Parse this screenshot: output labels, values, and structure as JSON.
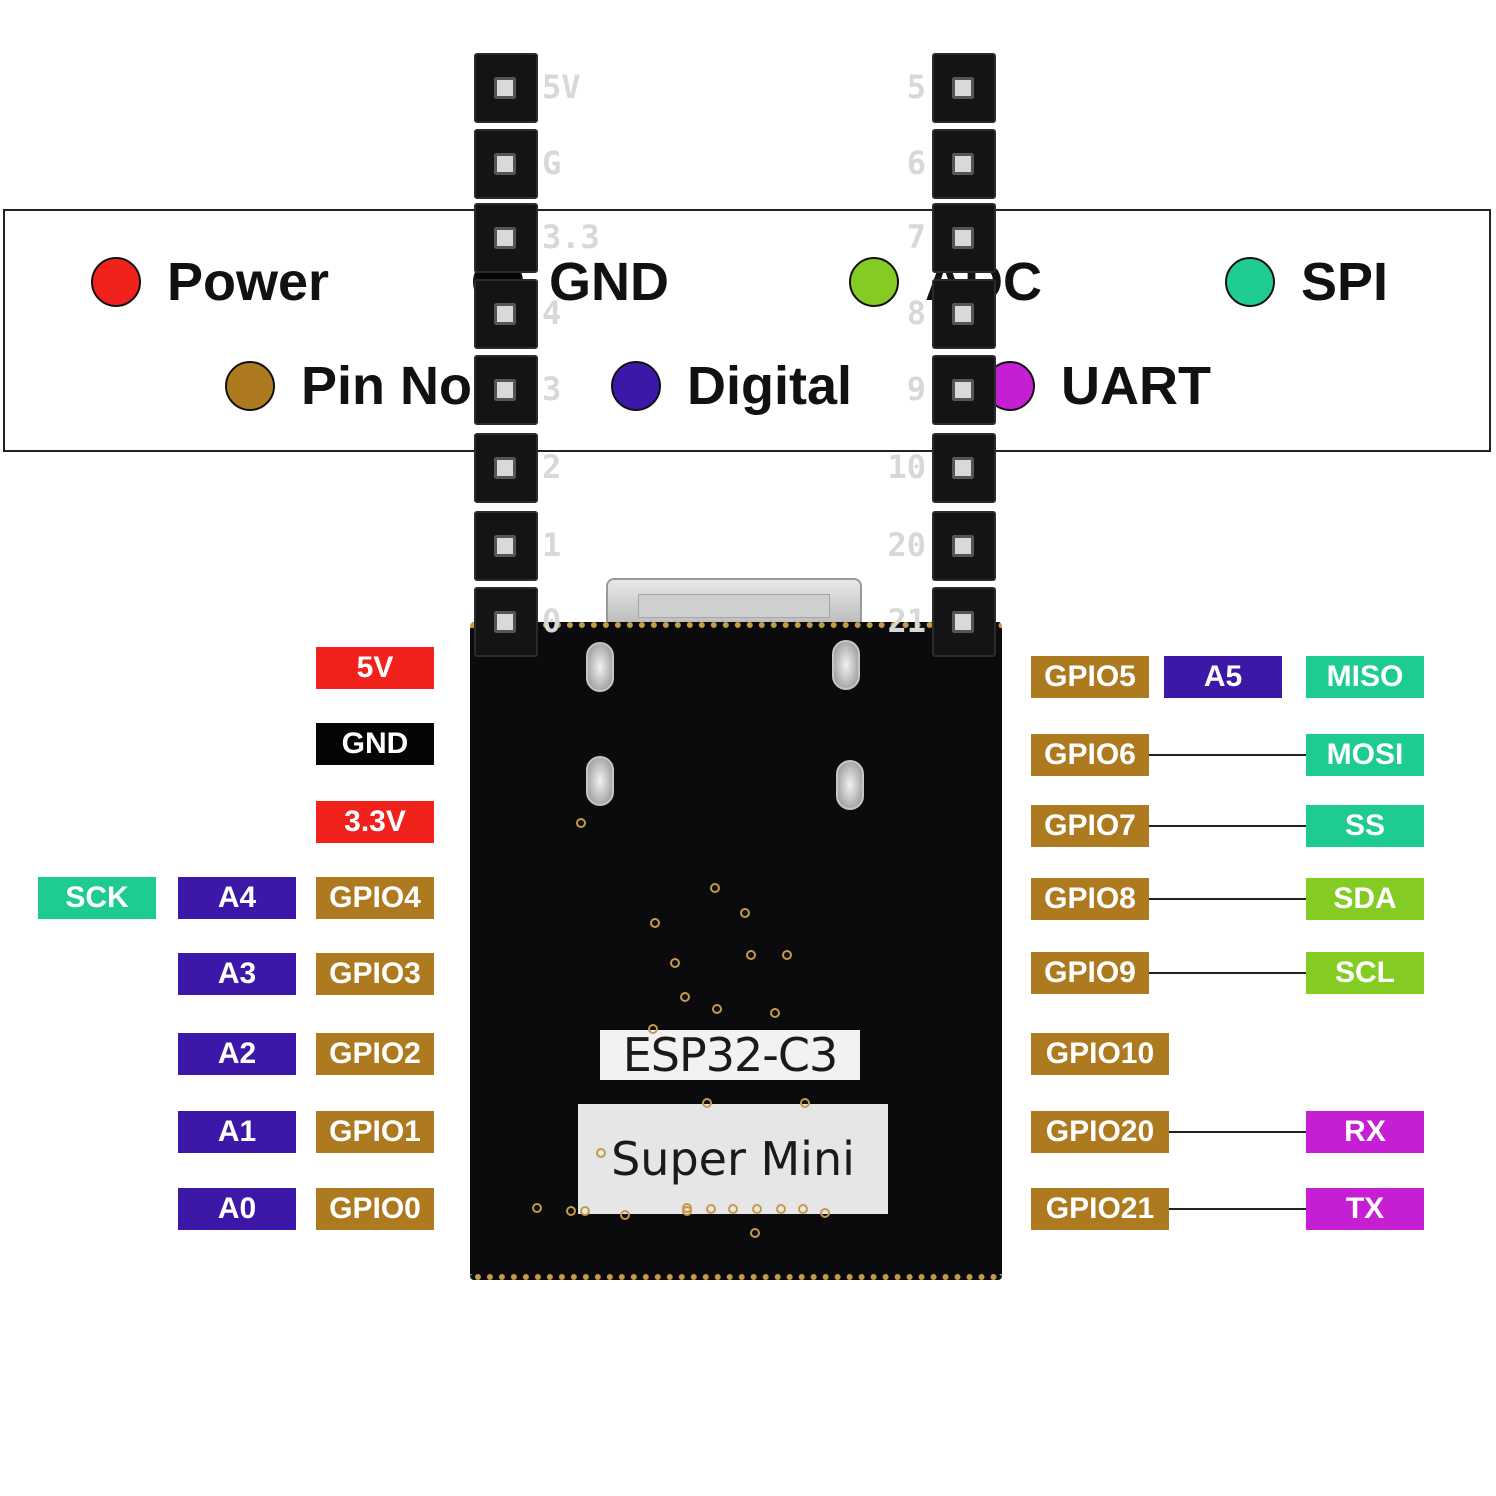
{
  "colors": {
    "power": "#f0221b",
    "gnd": "#050505",
    "adc": "#84cc24",
    "spi": "#1fcc8f",
    "pin": "#ad7a1f",
    "digital": "#3d18a8",
    "uart": "#c61fd3"
  },
  "legend": [
    {
      "label": "Power",
      "color": "#f0221b"
    },
    {
      "label": "GND",
      "color": "#050505"
    },
    {
      "label": "ADC",
      "color": "#84cc24"
    },
    {
      "label": "SPI",
      "color": "#1fcc8f"
    },
    {
      "label": "Pin No",
      "color": "#ad7a1f"
    },
    {
      "label": "Digital",
      "color": "#3d18a8"
    },
    {
      "label": "UART",
      "color": "#c61fd3"
    }
  ],
  "board": {
    "chip": "ESP32-C3",
    "model": "Super Mini",
    "left_silk": [
      "5V",
      "G",
      "3.3",
      "4",
      "3",
      "2",
      "1",
      "0"
    ],
    "right_silk": [
      "5",
      "6",
      "7",
      "8",
      "9",
      "10",
      "20",
      "21"
    ]
  },
  "left_pins": [
    {
      "pin": "5V",
      "pin_type": "power"
    },
    {
      "pin": "GND",
      "pin_type": "gnd"
    },
    {
      "pin": "3.3V",
      "pin_type": "power"
    },
    {
      "pin": "GPIO4",
      "pin_type": "pin",
      "analog": "A4",
      "func": "SCK",
      "func_type": "spi"
    },
    {
      "pin": "GPIO3",
      "pin_type": "pin",
      "analog": "A3"
    },
    {
      "pin": "GPIO2",
      "pin_type": "pin",
      "analog": "A2"
    },
    {
      "pin": "GPIO1",
      "pin_type": "pin",
      "analog": "A1"
    },
    {
      "pin": "GPIO0",
      "pin_type": "pin",
      "analog": "A0"
    }
  ],
  "right_pins": [
    {
      "pin": "GPIO5",
      "analog": "A5",
      "func": "MISO",
      "func_type": "spi"
    },
    {
      "pin": "GPIO6",
      "func": "MOSI",
      "func_type": "spi"
    },
    {
      "pin": "GPIO7",
      "func": "SS",
      "func_type": "spi"
    },
    {
      "pin": "GPIO8",
      "func": "SDA",
      "func_type": "adc"
    },
    {
      "pin": "GPIO9",
      "func": "SCL",
      "func_type": "adc"
    },
    {
      "pin": "GPIO10"
    },
    {
      "pin": "GPIO20",
      "func": "RX",
      "func_type": "uart"
    },
    {
      "pin": "GPIO21",
      "func": "TX",
      "func_type": "uart"
    }
  ]
}
